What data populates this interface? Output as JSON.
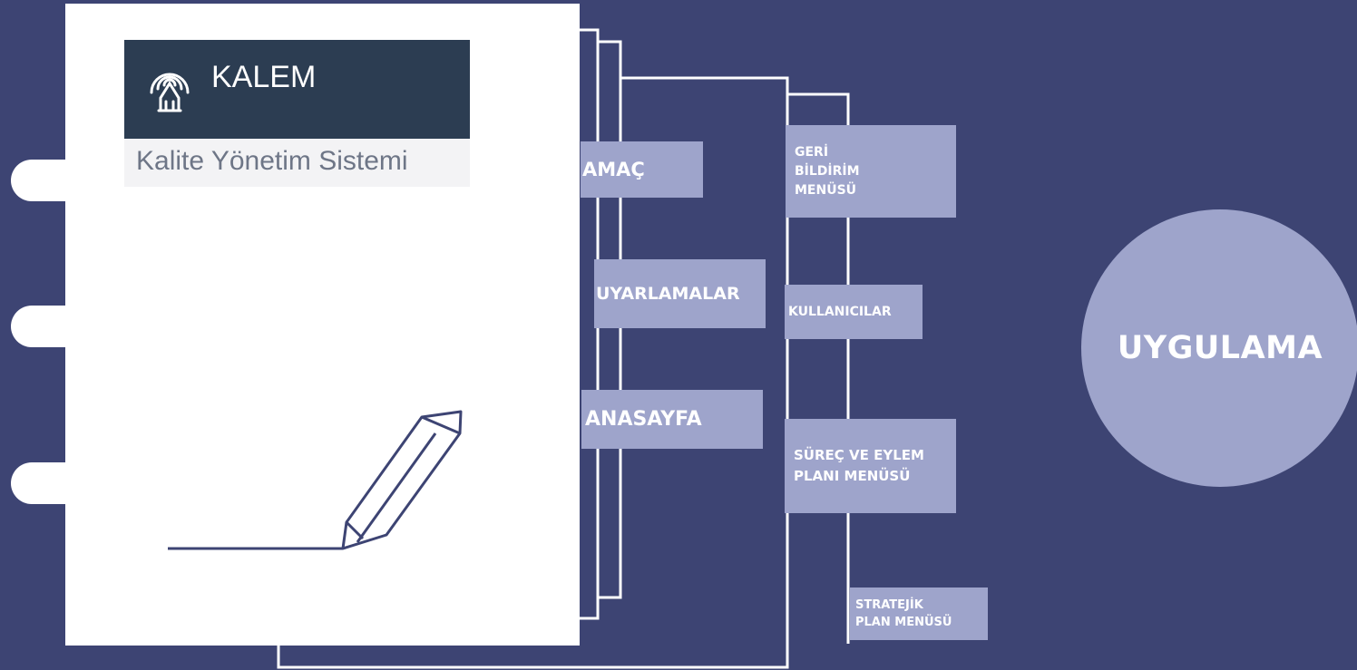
{
  "logo": {
    "name": "KALEM",
    "subtitle": "Kalite Yönetim Sistemi"
  },
  "left_cards": {
    "amac": "AMAÇ",
    "uyarlamalar": "UYARLAMALAR",
    "anasayfa": "ANASAYFA"
  },
  "right_cards": {
    "geri_bildirim": "GERİ BİLDİRİM MENÜSÜ",
    "kullanicilar": "KULLANICILAR",
    "surec": "SÜREÇ VE EYLEM PLANI MENÜSÜ",
    "stratejik": "STRATEJİK PLAN MENÜSÜ"
  },
  "circle": {
    "label": "UYGULAMA"
  },
  "colors": {
    "background": "#3d4473",
    "card": "#9ea4cb",
    "logo_box": "#2c3d52"
  },
  "icons": [
    "kalem-logo-icon",
    "pen-drawing-icon"
  ]
}
